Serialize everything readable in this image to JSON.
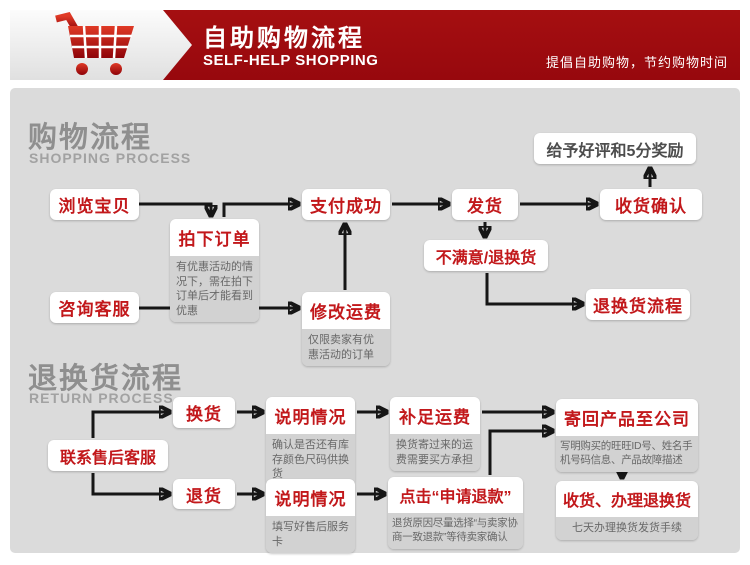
{
  "header": {
    "title_cn": "自助购物流程",
    "title_en": "SELF-HELP SHOPPING",
    "tagline": "提倡自助购物，节约购物时间",
    "cart_icon": "shopping-cart-icon"
  },
  "colors": {
    "banner_red": "#9e0c10",
    "label_red": "#c2181b",
    "panel_gray": "#dbdbdb",
    "note_gray": "#d2d2d2",
    "arrow_black": "#161616"
  },
  "shopping": {
    "title_cn": "购物流程",
    "title_en": "SHOPPING PROCESS",
    "nodes": {
      "browse": "浏览宝贝",
      "order": "拍下订单",
      "order_note": "有优惠活动的情况下，需在拍下订单后才能看到优惠",
      "consult": "咨询客服",
      "pay": "支付成功",
      "freight": "修改运费",
      "freight_note": "仅限卖家有优惠活动的订单",
      "ship": "发货",
      "receive": "收货确认",
      "praise": "给予好评和5分奖励",
      "unsatisfied": "不满意/退换货",
      "return_flow": "退换货流程"
    },
    "edges": [
      {
        "from": "browse",
        "to": "order"
      },
      {
        "from": "order",
        "to": "pay"
      },
      {
        "from": "consult",
        "to": "order"
      },
      {
        "from": "order",
        "to": "freight"
      },
      {
        "from": "freight",
        "to": "pay"
      },
      {
        "from": "pay",
        "to": "ship"
      },
      {
        "from": "ship",
        "to": "receive"
      },
      {
        "from": "receive",
        "to": "praise"
      },
      {
        "from": "ship",
        "to": "unsatisfied"
      },
      {
        "from": "unsatisfied",
        "to": "return_flow"
      }
    ]
  },
  "returns": {
    "title_cn": "退换货流程",
    "title_en": "RETURN PROCESS",
    "nodes": {
      "contact": "联系售后客服",
      "exchange": "换货",
      "explain1": "说明情况",
      "explain1_note": "确认是否还有库存颜色尺码供换货",
      "topup": "补足运费",
      "topup_note": "换货寄过来的运费需要买方承担",
      "sendback": "寄回产品至公司",
      "sendback_note": "写明购买的旺旺ID号、姓名手机号码信息、产品故障描述",
      "refund": "退货",
      "explain2": "说明情况",
      "explain2_note": "填写好售后服务卡",
      "click_refund": "点击“申请退款”",
      "click_refund_note": "退货原因尽量选择“与卖家协商一致退款”等待卖家确认",
      "receive2": "收货、办理退换货",
      "receive2_note": "七天办理换货发货手续"
    },
    "edges": [
      {
        "from": "contact",
        "to": "exchange"
      },
      {
        "from": "contact",
        "to": "refund"
      },
      {
        "from": "exchange",
        "to": "explain1"
      },
      {
        "from": "explain1",
        "to": "topup"
      },
      {
        "from": "topup",
        "to": "sendback"
      },
      {
        "from": "refund",
        "to": "explain2"
      },
      {
        "from": "explain2",
        "to": "click_refund"
      },
      {
        "from": "click_refund",
        "to": "sendback"
      },
      {
        "from": "sendback",
        "to": "receive2"
      }
    ]
  }
}
